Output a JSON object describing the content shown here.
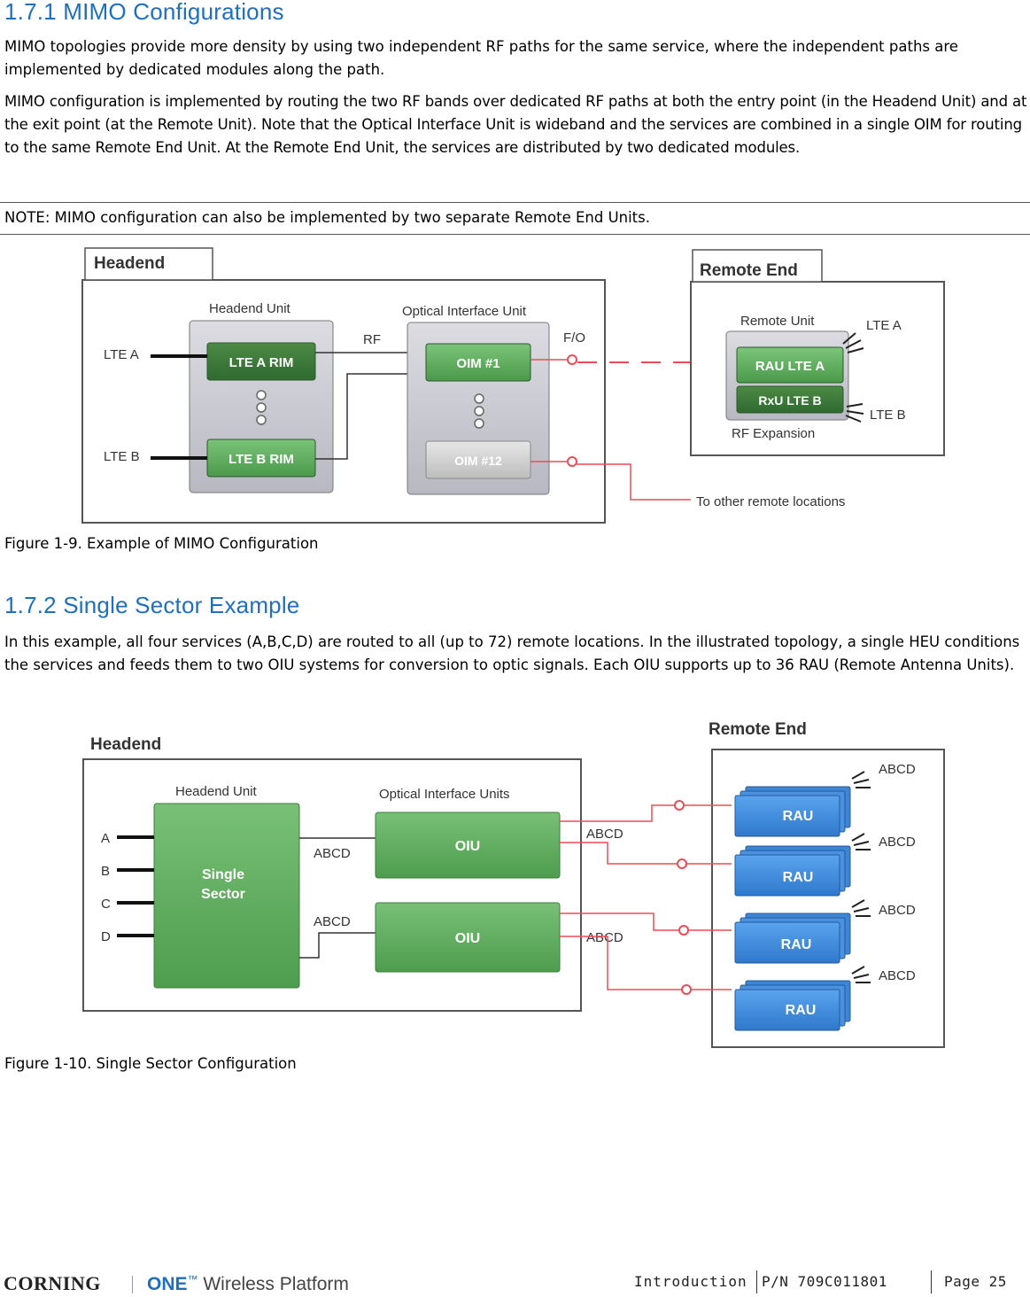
{
  "section1": {
    "heading": "1.7.1 MIMO Configurations",
    "para1": "MIMO topologies provide more density by using two independent RF paths for the same service, where the independent paths are implemented by dedicated modules along the path.",
    "para2": "MIMO configuration is implemented by routing the two RF bands over dedicated RF paths at both the entry point (in the Headend Unit) and at the exit point (at the Remote Unit). Note that the Optical Interface Unit is wideband and the services are combined in a single OIM for routing to the same Remote End Unit. At the Remote End Unit, the services are distributed by two dedicated modules.",
    "note": "NOTE: MIMO configuration can also be implemented by two separate Remote End Units.",
    "caption": "Figure 1-9. Example of MIMO Configuration"
  },
  "figure1": {
    "headend_tab": "Headend",
    "remote_tab": "Remote End",
    "headend_unit": "Headend Unit",
    "oiu_label": "Optical Interface Unit",
    "lte_a": "LTE A",
    "lte_b": "LTE B",
    "rim_a": "LTE A RIM",
    "rim_b": "LTE B RIM",
    "rf": "RF",
    "fo": "F/O",
    "oim1": "OIM #1",
    "oim12": "OIM #12",
    "remote_unit": "Remote Unit",
    "rau_lte_a": "RAU LTE A",
    "rxu_lte_b": "RxU LTE B",
    "rf_expansion": "RF Expansion",
    "lte_a_out": "LTE A",
    "lte_b_out": "LTE B",
    "other_remote": "To other remote locations"
  },
  "section2": {
    "heading": "1.7.2 Single Sector Example",
    "para": "In this example, all four services (A,B,C,D) are routed to all (up to 72) remote locations. In the illustrated topology, a single HEU conditions the services and feeds them to two OIU systems for conversion to optic signals. Each OIU supports up to 36 RAU (Remote Antenna Units).",
    "caption": "Figure 1-10. Single Sector Configuration"
  },
  "figure2": {
    "headend_label": "Headend",
    "remote_label": "Remote End",
    "headend_unit": "Headend Unit",
    "oiu_label": "Optical Interface Units",
    "inputs": [
      "A",
      "B",
      "C",
      "D"
    ],
    "sector_line1": "Single",
    "sector_line2": "Sector",
    "abcd_1": "ABCD",
    "abcd_2": "ABCD",
    "oiu1": "OIU",
    "oiu2": "OIU",
    "abcd_3": "ABCD",
    "abcd_4": "ABCD",
    "rau": [
      "RAU",
      "RAU",
      "RAU",
      "RAU"
    ],
    "rau_abcd": [
      "ABCD",
      "ABCD",
      "ABCD",
      "ABCD"
    ]
  },
  "footer": {
    "brand": "CORNING",
    "product_one": "ONE",
    "product_tm": "™",
    "product_rest": " Wireless Platform",
    "section": "Introduction",
    "pn": "P/N 709C011801",
    "page": "Page 25"
  },
  "colors": {
    "heading": "#1f6fc0",
    "green_module": "#5aa85a",
    "blue_rau": "#3a86d8",
    "fiber": "#ee4b55"
  }
}
